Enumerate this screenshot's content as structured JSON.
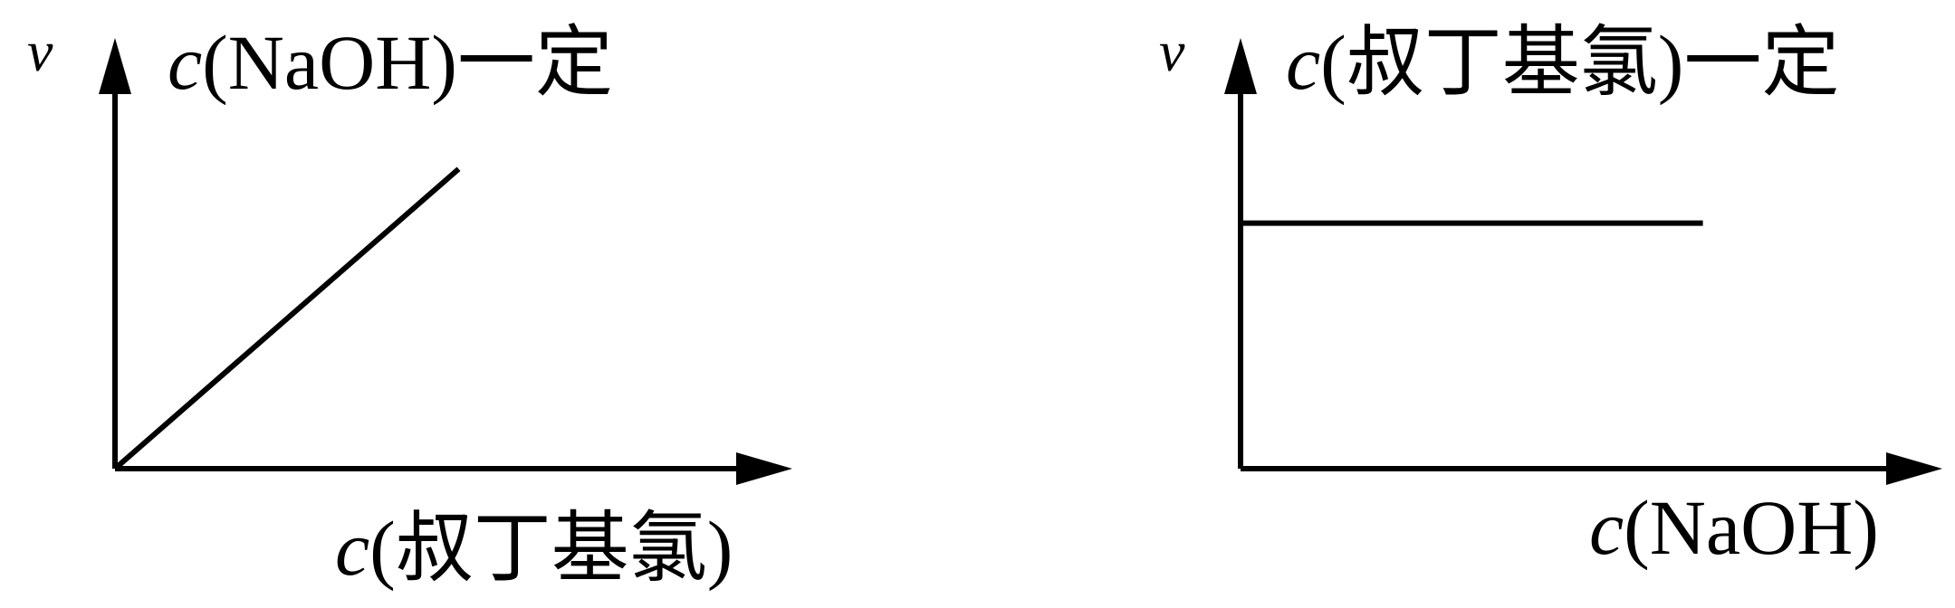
{
  "colors": {
    "ink": "#000000",
    "background": "#ffffff"
  },
  "chart_data": [
    {
      "type": "line",
      "title": "c(NaOH)一定",
      "title_var": "c",
      "title_rest": "(NaOH)一定",
      "ylabel": "v",
      "xlabel": "c(叔丁基氯)",
      "xlabel_var": "c",
      "xlabel_rest": "(叔丁基氯)",
      "xlim": [
        0,
        1
      ],
      "ylim": [
        0,
        1
      ],
      "grid": false,
      "series": [
        {
          "x": [
            0,
            0.55
          ],
          "y": [
            0,
            0.72
          ]
        }
      ]
    },
    {
      "type": "line",
      "title": "c(叔丁基氯)一定",
      "title_var": "c",
      "title_rest": "(叔丁基氯)一定",
      "ylabel": "v",
      "xlabel": "c(NaOH)",
      "xlabel_var": "c",
      "xlabel_rest": "(NaOH)",
      "xlim": [
        0,
        1
      ],
      "ylim": [
        0,
        1
      ],
      "grid": false,
      "series": [
        {
          "x": [
            0,
            0.74
          ],
          "y": [
            0.59,
            0.59
          ]
        }
      ]
    }
  ]
}
